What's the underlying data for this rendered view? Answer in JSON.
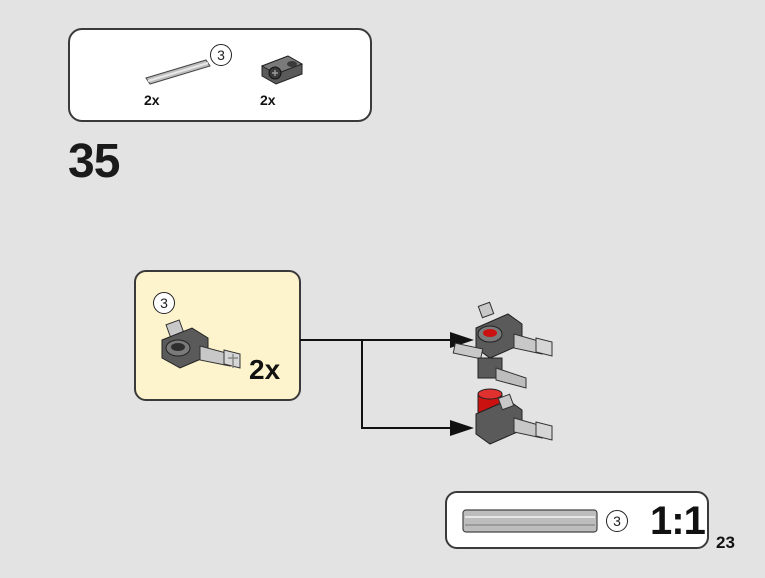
{
  "parts_list": {
    "items": [
      {
        "icon": "axle-3-icon",
        "qty": "2x",
        "size_callout": "3"
      },
      {
        "icon": "axle-connector-icon",
        "qty": "2x"
      }
    ]
  },
  "step_number": "35",
  "subassembly": {
    "size_callout": "3",
    "qty": "2x"
  },
  "scale_reference": {
    "size_callout": "3",
    "label": "1:1"
  },
  "page_number": "23",
  "colors": {
    "background": "#e3e3e3",
    "subassembly_bg": "#fdf4cd",
    "part_gray": "#5a5a5a",
    "light_gray": "#bdbdbd",
    "red": "#cc1111"
  }
}
